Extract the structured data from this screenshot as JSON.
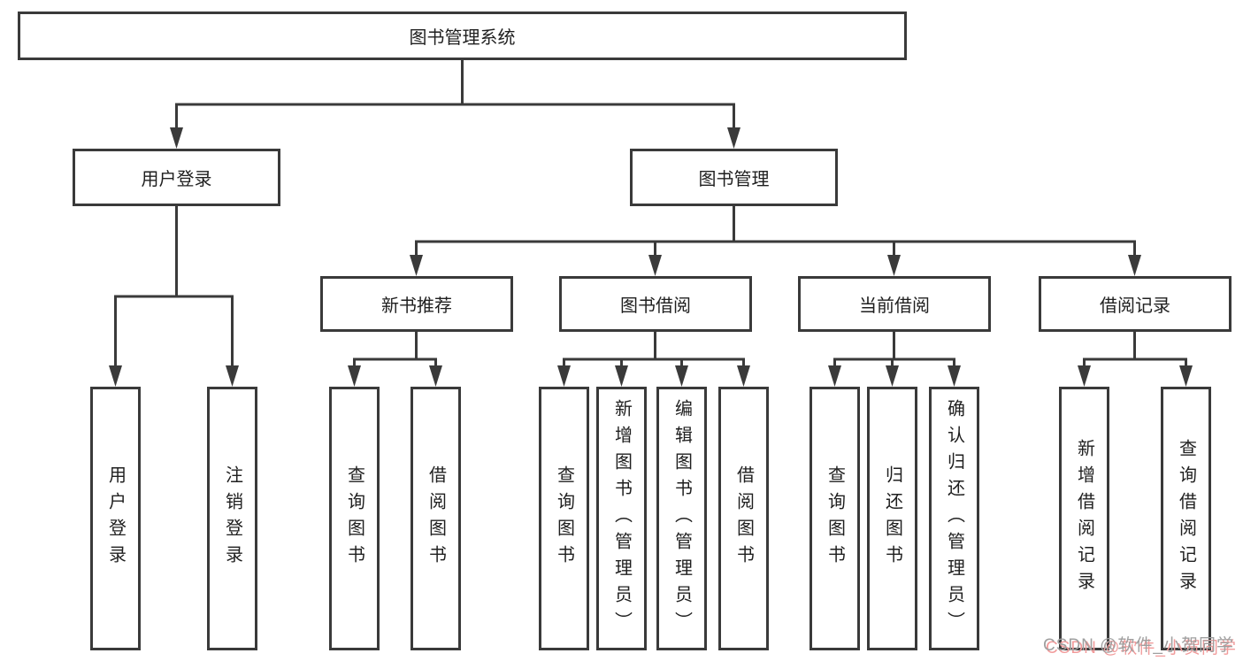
{
  "tree": {
    "root": {
      "label": "图书管理系统",
      "children": [
        {
          "label": "用户登录",
          "children": [
            {
              "label": "用户登录"
            },
            {
              "label": "注销登录"
            }
          ]
        },
        {
          "label": "图书管理",
          "children": [
            {
              "label": "新书推荐",
              "children": [
                {
                  "label": "查询图书"
                },
                {
                  "label": "借阅图书"
                }
              ]
            },
            {
              "label": "图书借阅",
              "children": [
                {
                  "label": "查询图书"
                },
                {
                  "label": "新增图书（管理员）"
                },
                {
                  "label": "编辑图书（管理员）"
                },
                {
                  "label": "借阅图书"
                }
              ]
            },
            {
              "label": "当前借阅",
              "children": [
                {
                  "label": "查询图书"
                },
                {
                  "label": "归还图书"
                },
                {
                  "label": "确认归还（管理员）"
                }
              ]
            },
            {
              "label": "借阅记录",
              "children": [
                {
                  "label": "新增借阅记录"
                },
                {
                  "label": "查询借阅记录"
                }
              ]
            }
          ]
        }
      ]
    }
  },
  "watermark": {
    "text": "CSDN @软件_小贺同学"
  },
  "colors": {
    "line": "#3a3a3a",
    "text": "#1f1f1f",
    "box_bg": "#ffffff",
    "wm_text": "#9f9f9f",
    "wm_shadow": "#f19b9b"
  }
}
